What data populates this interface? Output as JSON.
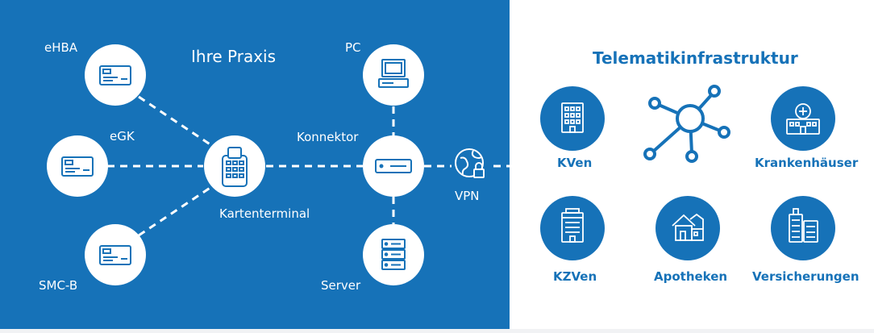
{
  "practice": {
    "title": "Ihre Praxis",
    "labels": {
      "ehba": "eHBA",
      "egk": "eGK",
      "smcb": "SMC-B",
      "card_terminal": "Kartenterminal",
      "pc": "PC",
      "connector": "Konnektor",
      "server": "Server",
      "vpn": "VPN"
    }
  },
  "ti": {
    "title": "Telematikinfrastruktur",
    "participants": {
      "kven": "KVen",
      "hospitals": "Krankenhäuser",
      "kzven": "KZVen",
      "pharmacies": "Apotheken",
      "insurers": "Versicherungen"
    }
  },
  "colors": {
    "primary_blue": "#1672b8",
    "white": "#ffffff",
    "background": "#f1f2f4"
  },
  "icons": {
    "ehba": "id-card-icon",
    "egk": "id-card-icon",
    "smcb": "id-card-icon",
    "card_terminal": "card-terminal-icon",
    "pc": "computer-icon",
    "connector": "connector-device-icon",
    "server": "server-rack-icon",
    "vpn": "globe-lock-icon",
    "hub": "network-hub-icon",
    "kven": "office-building-icon",
    "hospitals": "hospital-icon",
    "kzven": "office-tower-icon",
    "pharmacies": "house-icon",
    "insurers": "skyscraper-icon"
  }
}
